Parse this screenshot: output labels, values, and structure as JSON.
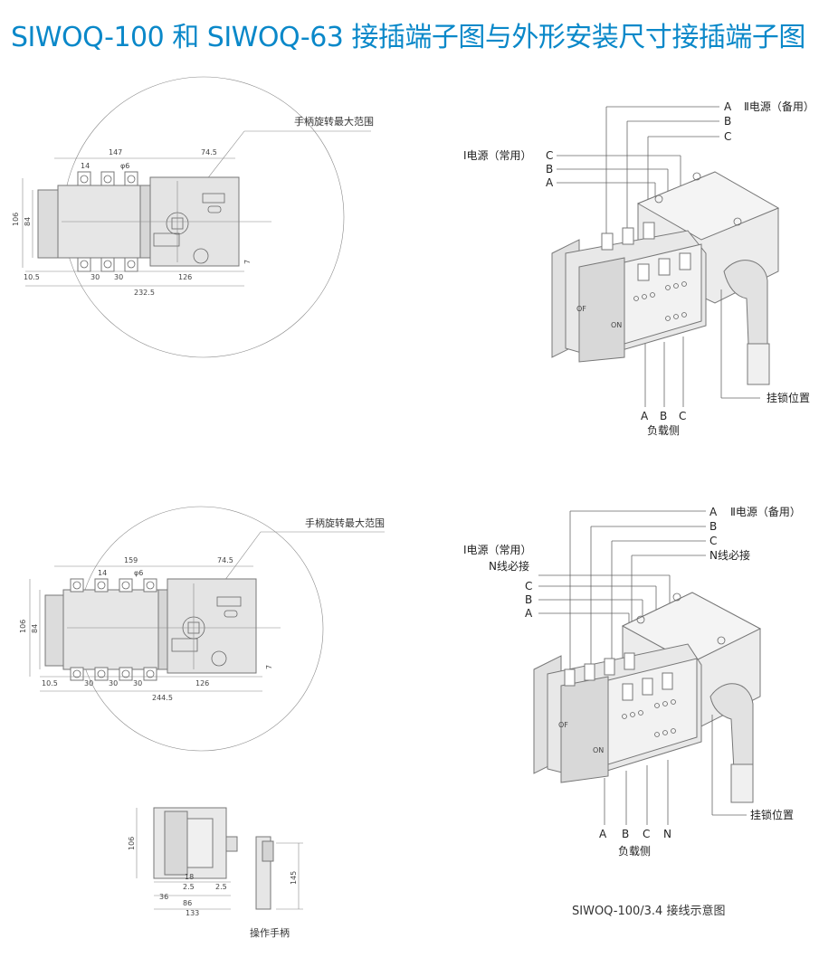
{
  "title": "SIWOQ-100 和 SIWOQ-63 接插端子图与外形安装尺寸接插端子图",
  "top_left": {
    "handle_label": "手柄旋转最大范围",
    "dims": {
      "d147": "147",
      "d14": "14",
      "phi6": "φ6",
      "d745": "74.5",
      "d106": "106",
      "d84": "84",
      "d105": "10.5",
      "d30a": "30",
      "d30b": "30",
      "d126": "126",
      "d2325": "232.5",
      "d7": "7"
    }
  },
  "top_right": {
    "ii_source": "Ⅱ电源（备用）",
    "i_source": "Ⅰ电源（常用）",
    "A1": "A",
    "B1": "B",
    "C1": "C",
    "C2": "C",
    "B2": "B",
    "A2": "A",
    "lock_pos": "挂锁位置",
    "load_A": "A",
    "load_B": "B",
    "load_C": "C",
    "load_side": "负载侧",
    "off": "OF",
    "on": "ON"
  },
  "mid_left": {
    "handle_label": "手柄旋转最大范围",
    "dims": {
      "d159": "159",
      "d14": "14",
      "phi6": "φ6",
      "d745": "74.5",
      "d106": "106",
      "d84": "84",
      "d105": "10.5",
      "d30a": "30",
      "d30b": "30",
      "d30c": "30",
      "d126": "126",
      "d2445": "244.5",
      "d7": "7"
    }
  },
  "mid_right": {
    "ii_source": "Ⅱ电源（备用）",
    "i_source": "Ⅰ电源（常用）",
    "n_required_left": "N线必接",
    "n_required_right": "N线必接",
    "A1": "A",
    "B1": "B",
    "C1": "C",
    "C2": "C",
    "B2": "B",
    "A2": "A",
    "lock_pos": "挂锁位置",
    "load_A": "A",
    "load_B": "B",
    "load_C": "C",
    "load_N": "N",
    "load_side": "负载侧",
    "caption": "SIWOQ-100/3.4 接线示意图",
    "off": "OF",
    "on": "ON"
  },
  "bottom_left": {
    "dims": {
      "d106": "106",
      "d18": "18",
      "d25a": "2.5",
      "d25b": "2.5",
      "d36": "36",
      "d86": "86",
      "d133": "133",
      "d145": "145"
    },
    "handle_caption": "操作手柄"
  },
  "colors": {
    "title": "#0a88c9",
    "body_fill": "#e6e6e6",
    "body_dark": "#d2d2d2",
    "line": "#666666"
  }
}
